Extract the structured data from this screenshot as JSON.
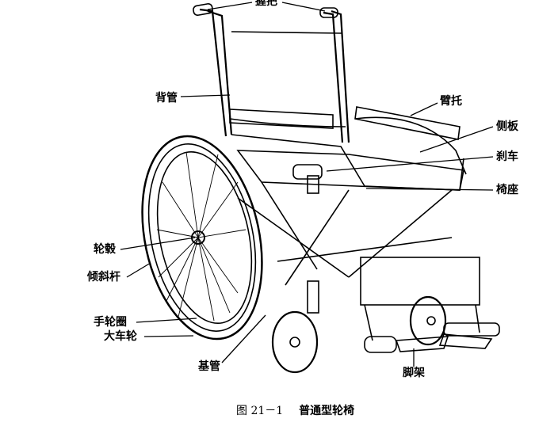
{
  "labels": {
    "handle": "握把",
    "back_tube": "背管",
    "armrest": "臂托",
    "side_panel": "侧板",
    "brake": "刹车",
    "seat": "椅座",
    "hub": "轮毂",
    "tilt_bar": "倾斜杆",
    "handrim": "手轮圈",
    "large_wheel": "大车轮",
    "base_tube": "基管",
    "footrest": "脚架"
  },
  "caption": {
    "figure_number": "图 21－1",
    "title": "普通型轮椅"
  },
  "colors": {
    "ink": "#000000",
    "background": "#ffffff"
  }
}
